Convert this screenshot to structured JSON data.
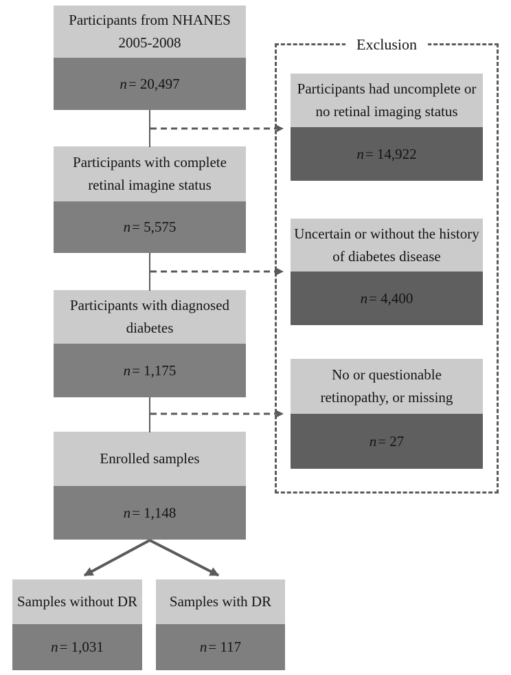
{
  "figure": {
    "type": "flowchart"
  },
  "labels": {
    "n": "n"
  },
  "colors": {
    "header_bg": "#cbcbcb",
    "body_bg": "#7f7f7f",
    "exclusion_body_bg": "#5f5f5f",
    "line": "#5a5a5a",
    "text": "#141414"
  },
  "main_flow": [
    {
      "title_lines": [
        "Participants from NHANES",
        "2005-2008"
      ],
      "count": "= 20,497"
    },
    {
      "title_lines": [
        "Participants with complete",
        "retinal imagine status"
      ],
      "count": "= 5,575"
    },
    {
      "title_lines": [
        "Participants with diagnosed",
        "diabetes"
      ],
      "count": "= 1,175"
    },
    {
      "title_lines": [
        "Enrolled samples"
      ],
      "count": "= 1,148"
    }
  ],
  "exclusion": {
    "title": "Exclusion",
    "boxes": [
      {
        "title_lines": [
          "Participants had uncomplete or",
          "no retinal imaging status"
        ],
        "count": "= 14,922"
      },
      {
        "title_lines": [
          "Uncertain or without the history",
          "of diabetes disease"
        ],
        "count": "= 4,400"
      },
      {
        "title_lines": [
          "No or questionable",
          "retinopathy, or missing"
        ],
        "count": "= 27"
      }
    ]
  },
  "outcomes": [
    {
      "title_lines": [
        "Samples without DR"
      ],
      "count": "= 1,031"
    },
    {
      "title_lines": [
        "Samples with DR"
      ],
      "count": "= 117"
    }
  ]
}
